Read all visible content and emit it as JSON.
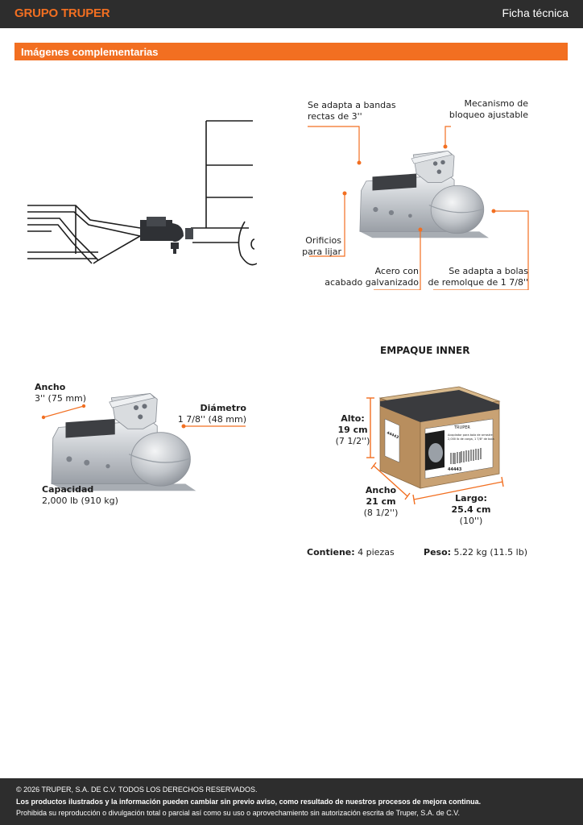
{
  "header": {
    "brand": "GRUPO TRUPER",
    "doc_type": "Ficha técnica"
  },
  "section": {
    "title": "Imágenes complementarias"
  },
  "features": {
    "bands": [
      "Se adapta a bandas",
      "rectas de 3''"
    ],
    "lock": [
      "Mecanismo de",
      "bloqueo ajustable"
    ],
    "holes": [
      "Orificios",
      "para lijar"
    ],
    "steel": [
      "Acero con",
      "acabado galvanizado"
    ],
    "balls": [
      "Se adapta a bolas",
      "de remolque de 1 7/8''"
    ]
  },
  "dimensions": {
    "width_label": "Ancho",
    "width_value": "3'' (75 mm)",
    "diameter_label": "Diámetro",
    "diameter_value": "1 7/8'' (48 mm)",
    "capacity_label": "Capacidad",
    "capacity_value": "2,000 lb (910 kg)"
  },
  "package": {
    "title": "EMPAQUE INNER",
    "height_label": "Alto:",
    "height_cm": "19 cm",
    "height_in": "(7 1/2'')",
    "width_label": "Ancho",
    "width_cm": "21 cm",
    "width_in": "(8 1/2'')",
    "length_label": "Largo:",
    "length_cm": "25.4 cm",
    "length_in": "(10'')",
    "contents_label": "Contiene:",
    "contents_value": "4 piezas",
    "weight_label": "Peso:",
    "weight_value": "5.22 kg (11.5 lb)",
    "box_brand": "TRUPER",
    "box_side_code": "44443",
    "box_code": "44443",
    "box_text": [
      "Acoplador para bola de arrastre",
      "2,000 lb de carga, 1 7/8\" de bola"
    ]
  },
  "footer": {
    "copyright": "© 2026 TRUPER, S.A. DE C.V. TODOS LOS DERECHOS RESERVADOS.",
    "notice": "Los productos ilustrados y la información pueden cambiar sin previo aviso, como resultado de nuestros procesos de mejora continua.",
    "legal": "Prohibida su reproducción o divulgación total o parcial así como su uso o aprovechamiento sin autorización escrita de Truper, S.A. de C.V."
  },
  "colors": {
    "accent": "#f26f21",
    "dark": "#2d2d2d",
    "metal": "#c8ccd1",
    "cardboard": "#c9a274"
  }
}
